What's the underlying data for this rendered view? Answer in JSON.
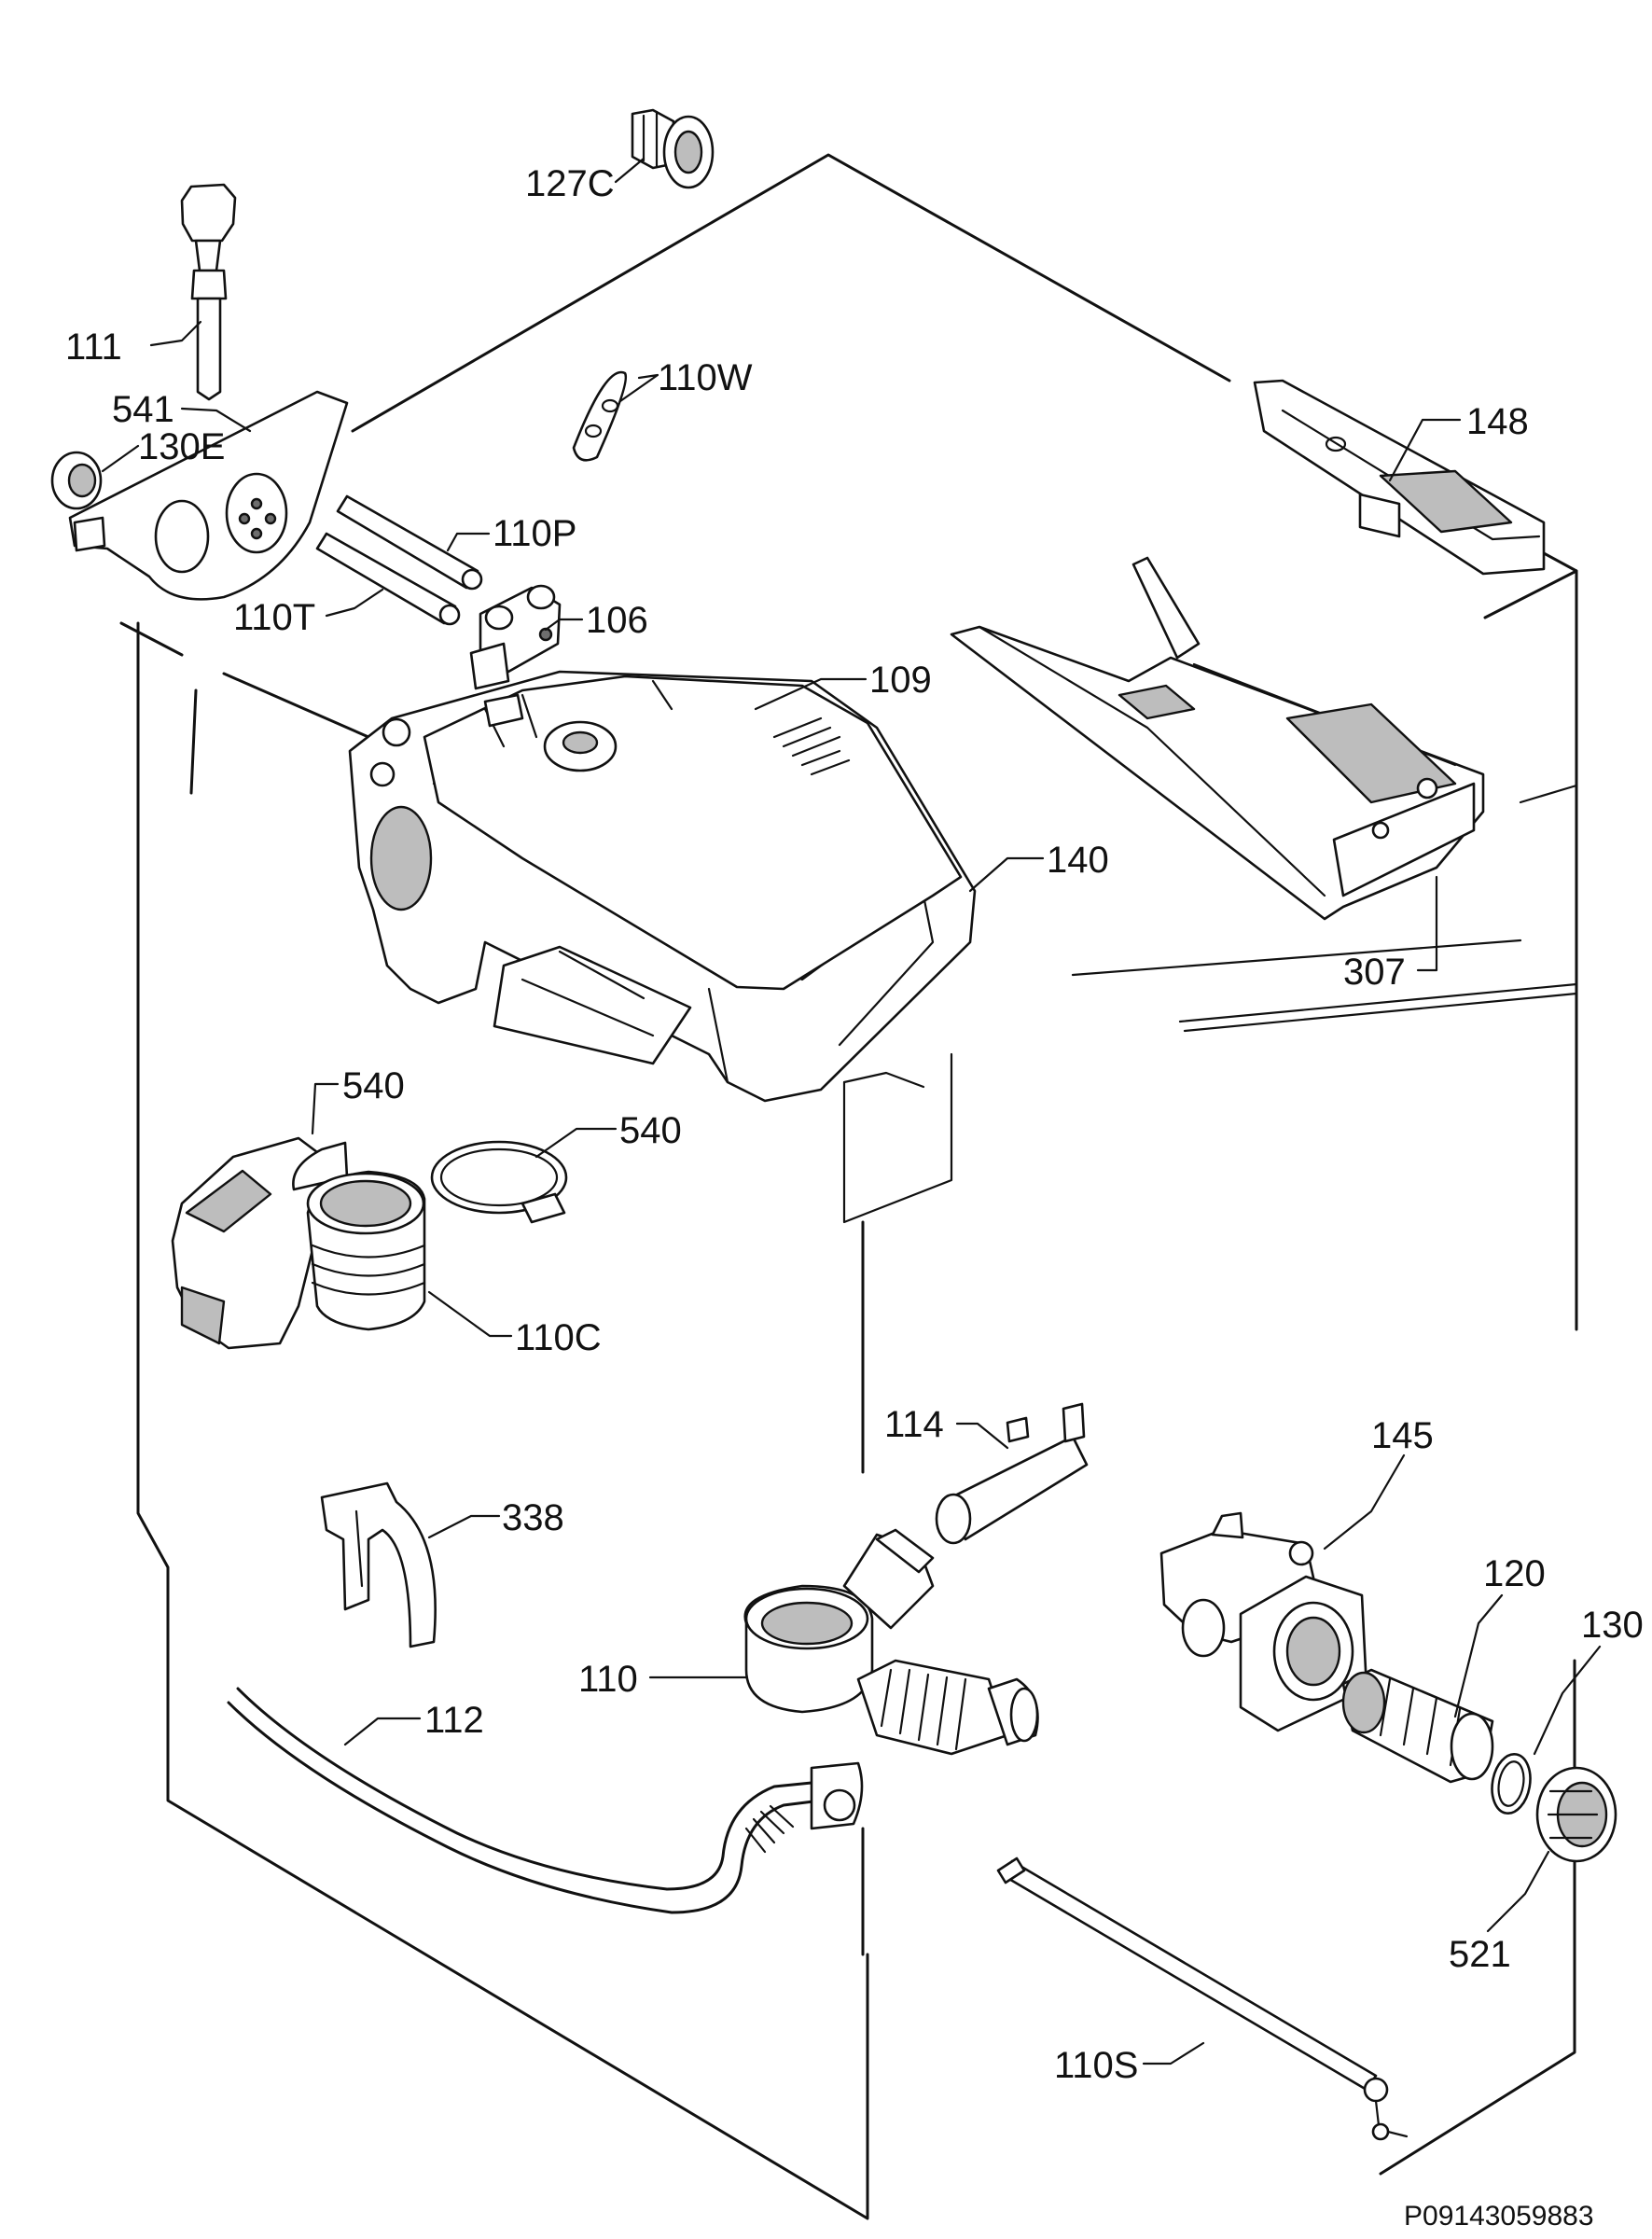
{
  "diagram": {
    "reference": "P09143059883",
    "labels": {
      "p127c": "127C",
      "p111": "111",
      "p110w": "110W",
      "p148": "148",
      "p541": "541",
      "p130e": "130E",
      "p110p": "110P",
      "p110t": "110T",
      "p106": "106",
      "p109": "109",
      "p140": "140",
      "p307": "307",
      "p540a": "540",
      "p540b": "540",
      "p110c": "110C",
      "p114": "114",
      "p145": "145",
      "p338": "338",
      "p120": "120",
      "p130": "130",
      "p110": "110",
      "p112": "112",
      "p521": "521",
      "p110s": "110S"
    }
  }
}
